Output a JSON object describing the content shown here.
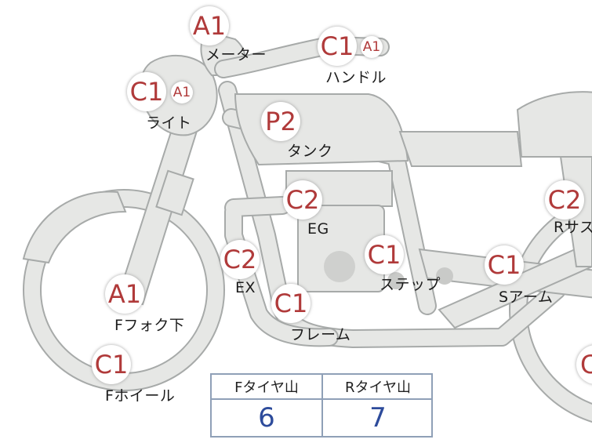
{
  "parts": [
    {
      "id": "meter",
      "label": "メーター",
      "grades": [
        "A1"
      ]
    },
    {
      "id": "handle",
      "label": "ハンドル",
      "grades": [
        "C1",
        "A1"
      ]
    },
    {
      "id": "light",
      "label": "ライト",
      "grades": [
        "C1",
        "A1"
      ]
    },
    {
      "id": "tank",
      "label": "タンク",
      "grades": [
        "P2"
      ]
    },
    {
      "id": "engine",
      "label": "EG",
      "grades": [
        "C2"
      ]
    },
    {
      "id": "rear-suspension",
      "label": "Rサス",
      "grades": [
        "C2"
      ]
    },
    {
      "id": "exhaust",
      "label": "EX",
      "grades": [
        "C2"
      ]
    },
    {
      "id": "step",
      "label": "ステップ",
      "grades": [
        "C1"
      ]
    },
    {
      "id": "swing-arm",
      "label": "Sアーム",
      "grades": [
        "C1"
      ]
    },
    {
      "id": "front-fork-lower",
      "label": "Fフォク下",
      "grades": [
        "A1"
      ]
    },
    {
      "id": "frame",
      "label": "フレーム",
      "grades": [
        "C1"
      ]
    },
    {
      "id": "front-wheel",
      "label": "Fホイール",
      "grades": [
        "C1"
      ]
    },
    {
      "id": "rear-wheel",
      "label": "",
      "grades": [
        "C"
      ]
    }
  ],
  "tire_tread": {
    "front": {
      "header": "Fタイヤ山",
      "value": "6"
    },
    "rear": {
      "header": "Rタイヤ山",
      "value": "7"
    }
  },
  "colors": {
    "grade_text": "#b03a3a",
    "tread_value": "#2d4b9b",
    "bike_fill": "#e6e7e5",
    "bike_stroke": "#a7aaa9",
    "table_border": "#8fa0b7"
  }
}
